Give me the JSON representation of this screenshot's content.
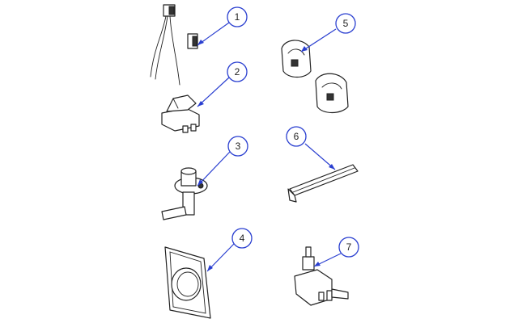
{
  "callouts": [
    {
      "id": "1",
      "label": "1"
    },
    {
      "id": "2",
      "label": "2"
    },
    {
      "id": "3",
      "label": "3"
    },
    {
      "id": "4",
      "label": "4"
    },
    {
      "id": "5",
      "label": "5"
    },
    {
      "id": "6",
      "label": "6"
    },
    {
      "id": "7",
      "label": "7"
    }
  ],
  "colors": {
    "leader": "#2a3fd0",
    "line": "#222222",
    "background": "#ffffff"
  }
}
